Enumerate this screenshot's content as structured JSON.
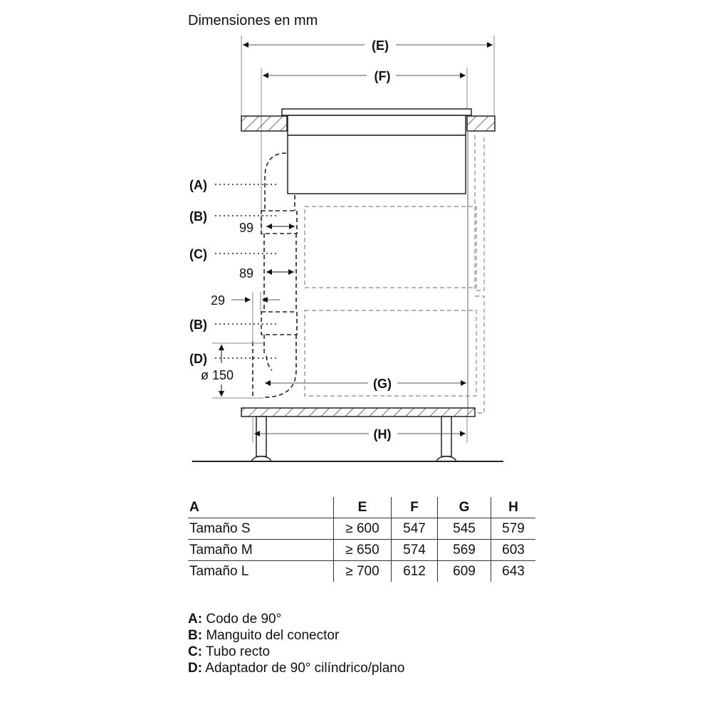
{
  "title": "Dimensiones en mm",
  "dimensions": {
    "E": "(E)",
    "F": "(F)",
    "G": "(G)",
    "H": "(H)",
    "w99": "99",
    "w89": "89",
    "w29": "29",
    "dia150": "ø 150"
  },
  "callouts": {
    "A": "(A)",
    "B1": "(B)",
    "C": "(C)",
    "B2": "(B)",
    "D": "(D)"
  },
  "table": {
    "headers": [
      "A",
      "E",
      "F",
      "G",
      "H"
    ],
    "rows": [
      [
        "Tamaño S",
        "≥ 600",
        "547",
        "545",
        "579"
      ],
      [
        "Tamaño M",
        "≥ 650",
        "574",
        "569",
        "603"
      ],
      [
        "Tamaño L",
        "≥ 700",
        "612",
        "609",
        "643"
      ]
    ]
  },
  "legend": [
    {
      "key": "A:",
      "text": "Codo de 90°"
    },
    {
      "key": "B:",
      "text": "Manguito del conector"
    },
    {
      "key": "C:",
      "text": "Tubo recto"
    },
    {
      "key": "D:",
      "text": "Adaptador de 90° cilíndrico/plano"
    }
  ]
}
